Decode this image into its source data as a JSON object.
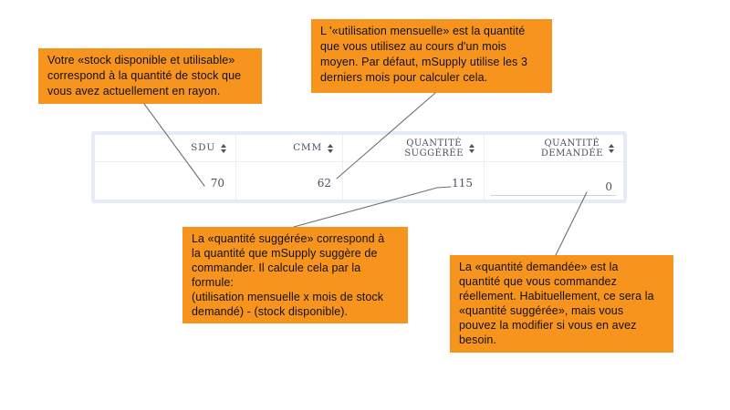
{
  "annotations": {
    "stock_disponible": {
      "text": "Votre «stock disponible et utilisable»\ncorrespond à la quantité de stock que\nvous avez actuellement en rayon."
    },
    "utilisation_mensuelle": {
      "text": "L '«utilisation mensuelle» est la quantité\nque vous utilisez au cours d'un mois\nmoyen. Par défaut, mSupply utilise les 3\nderniers mois pour calculer cela."
    },
    "quantite_suggeree": {
      "text": "La «quantité suggérée» correspond à\nla quantité que mSupply suggère de\ncommander. Il calcule cela par la\nformule:\n(utilisation mensuelle x mois de stock\ndemandé) - (stock disponible)."
    },
    "quantite_demandee": {
      "text": "La «quantité demandée» est la\nquantité que vous commandez\nréellement. Habituellement, ce sera la\n«quantité suggérée», mais vous\npouvez la modifier si vous en avez\nbesoin."
    }
  },
  "table": {
    "columns": [
      {
        "id": "sdu",
        "label": "SDU",
        "sortable": true
      },
      {
        "id": "cmm",
        "label": "CMM",
        "sortable": true
      },
      {
        "id": "quantite_suggeree",
        "label": "QUANTITÉ\nSUGGÉRÉE",
        "sortable": true
      },
      {
        "id": "quantite_demandee",
        "label": "QUANTITÉ\nDEMANDÉE",
        "sortable": true
      }
    ],
    "row": {
      "sdu": "70",
      "cmm": "62",
      "quantite_suggeree": "115",
      "quantite_demandee": "0"
    }
  },
  "icons": {
    "sort": "sort-arrows-icon"
  },
  "colors": {
    "callout_bg": "#F7941D",
    "callout_text": "#111111",
    "connector_line": "#6E6E6E",
    "table_frame": "#E5ECF8",
    "table_divider": "#E9EFF9",
    "table_header_text": "#4A515E",
    "table_value_text": "#4A515E",
    "input_underline": "#C9CFD9"
  }
}
